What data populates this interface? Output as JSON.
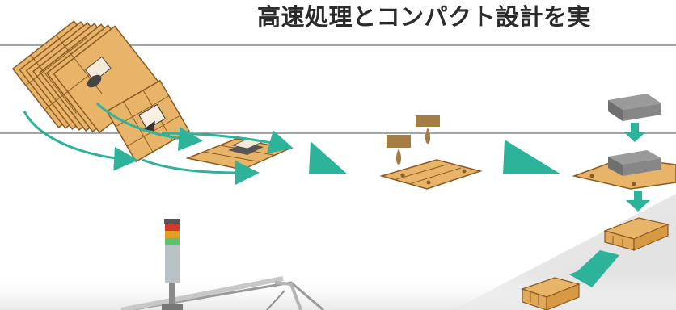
{
  "header": {
    "subtitle_partial": "ー・・・・・・・・・・・・・・・・・・・・・・",
    "title": "高速処理とコンパクト設計を実"
  },
  "colors": {
    "accent_teal": "#2db39a",
    "cardboard": "#e7b46a",
    "cardboard_dark": "#8a5a22",
    "glue_brown": "#a57c44",
    "press_gray": "#8e8e8e",
    "rule_line": "#6f6f6f"
  },
  "process_steps": [
    {
      "id": "feed",
      "icon": "stacked-blanks-icon"
    },
    {
      "id": "position",
      "icon": "blank-positioning-icon"
    },
    {
      "id": "glue",
      "icon": "glue-application-icon"
    },
    {
      "id": "press",
      "icon": "press-forming-icon"
    },
    {
      "id": "output",
      "icon": "finished-tray-icon"
    }
  ]
}
